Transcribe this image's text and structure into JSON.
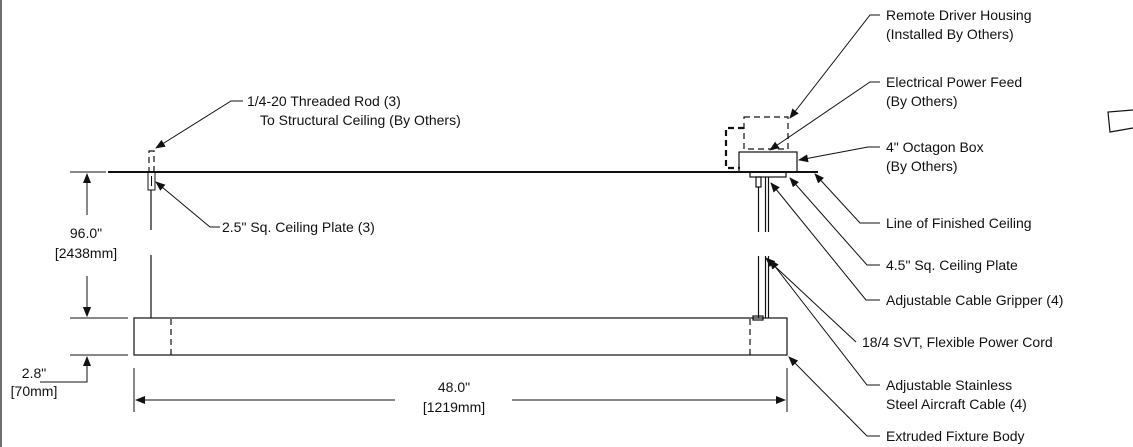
{
  "callouts": {
    "remote_driver_1": "Remote Driver Housing",
    "remote_driver_2": "(Installed By Others)",
    "power_feed_1": "Electrical Power Feed",
    "power_feed_2": "(By Others)",
    "octagon_1": "4\" Octagon Box",
    "octagon_2": "(By Others)",
    "threaded_rod_1": "1/4-20 Threaded Rod (3)",
    "threaded_rod_2": "To Structural Ceiling (By Others)",
    "small_plate": "2.5\" Sq. Ceiling Plate (3)",
    "finished_ceiling": "Line of Finished Ceiling",
    "large_plate": "4.5\" Sq. Ceiling Plate",
    "cable_gripper": "Adjustable Cable Gripper (4)",
    "power_cord": "18/4 SVT, Flexible Power Cord",
    "aircraft_cable_1": "Adjustable Stainless",
    "aircraft_cable_2": "Steel Aircraft Cable (4)",
    "fixture_body": "Extruded Fixture Body"
  },
  "dimensions": {
    "drop_in": "96.0\"",
    "drop_mm": "[2438mm]",
    "height_in": "2.8\"",
    "height_mm": "[70mm]",
    "length_in": "48.0\"",
    "length_mm": "[1219mm]"
  }
}
